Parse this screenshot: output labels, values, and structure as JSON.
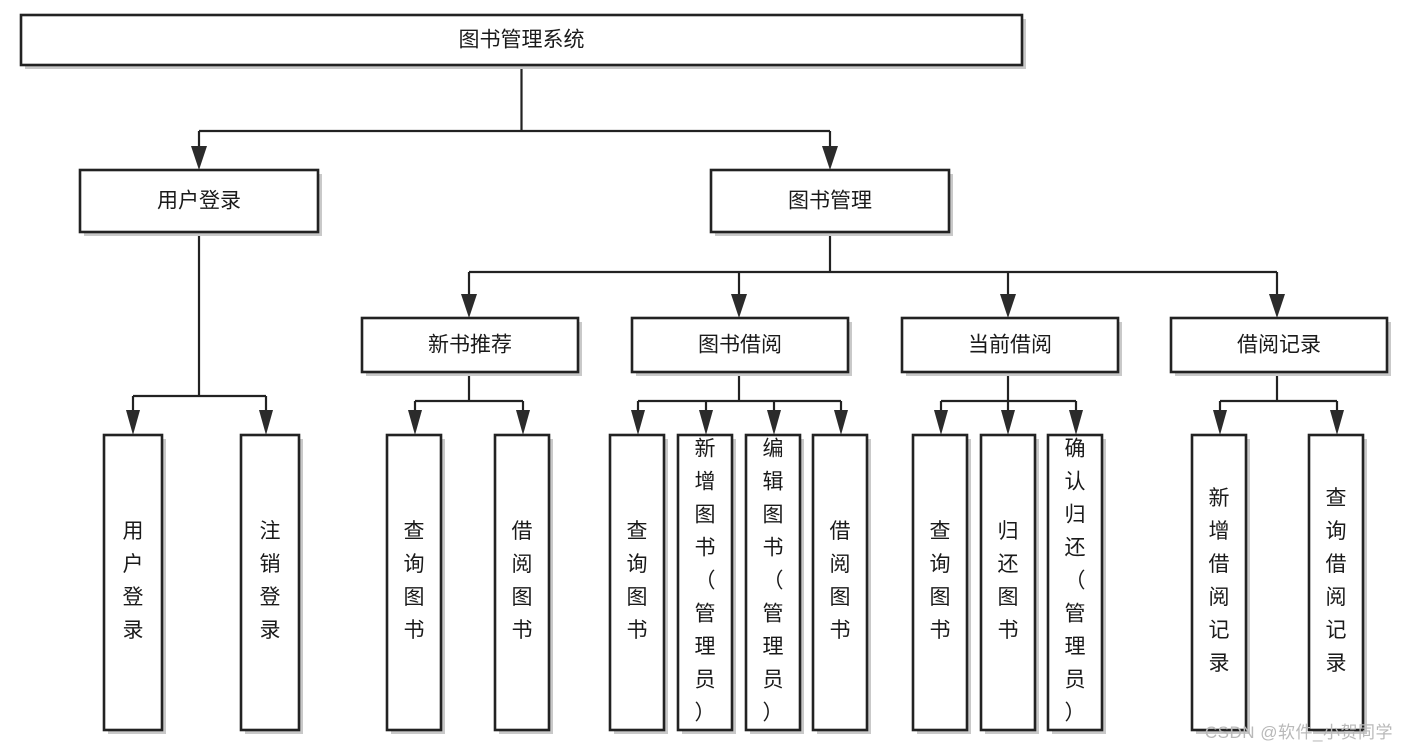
{
  "diagram": {
    "type": "tree",
    "title": "图书管理系统",
    "orientation": "top-down",
    "background_color": "#ffffff",
    "box_stroke_color": "#222222",
    "box_fill_color": "#ffffff",
    "text_color": "#1a1a1a",
    "watermark": "CSDN @软件_小贺同学",
    "watermark_color": "#b9b9b9"
  },
  "nodes": {
    "root": {
      "label": "图书管理系统",
      "level": 1
    },
    "level2": [
      {
        "id": "user-login",
        "label": "用户登录"
      },
      {
        "id": "book-manage",
        "label": "图书管理"
      }
    ],
    "level3": [
      {
        "id": "new-book-recommend",
        "label": "新书推荐",
        "parent": "book-manage"
      },
      {
        "id": "book-borrow",
        "label": "图书借阅",
        "parent": "book-manage"
      },
      {
        "id": "current-borrow",
        "label": "当前借阅",
        "parent": "book-manage"
      },
      {
        "id": "borrow-record",
        "label": "借阅记录",
        "parent": "book-manage"
      }
    ],
    "leaves": [
      {
        "id": "leaf-user-login",
        "label": "用户登录",
        "parent": "user-login"
      },
      {
        "id": "leaf-logout",
        "label": "注销登录",
        "parent": "user-login"
      },
      {
        "id": "leaf-query-book-1",
        "label": "查询图书",
        "parent": "new-book-recommend"
      },
      {
        "id": "leaf-borrow-book-1",
        "label": "借阅图书",
        "parent": "new-book-recommend"
      },
      {
        "id": "leaf-query-book-2",
        "label": "查询图书",
        "parent": "book-borrow"
      },
      {
        "id": "leaf-add-book",
        "label": "新增图书（管理员）",
        "parent": "book-borrow"
      },
      {
        "id": "leaf-edit-book",
        "label": "编辑图书（管理员）",
        "parent": "book-borrow"
      },
      {
        "id": "leaf-borrow-book-2",
        "label": "借阅图书",
        "parent": "book-borrow"
      },
      {
        "id": "leaf-query-book-3",
        "label": "查询图书",
        "parent": "current-borrow"
      },
      {
        "id": "leaf-return-book",
        "label": "归还图书",
        "parent": "current-borrow"
      },
      {
        "id": "leaf-confirm-return",
        "label": "确认归还（管理员）",
        "parent": "current-borrow"
      },
      {
        "id": "leaf-add-record",
        "label": "新增借阅记录",
        "parent": "borrow-record"
      },
      {
        "id": "leaf-query-record",
        "label": "查询借阅记录",
        "parent": "borrow-record"
      }
    ]
  }
}
